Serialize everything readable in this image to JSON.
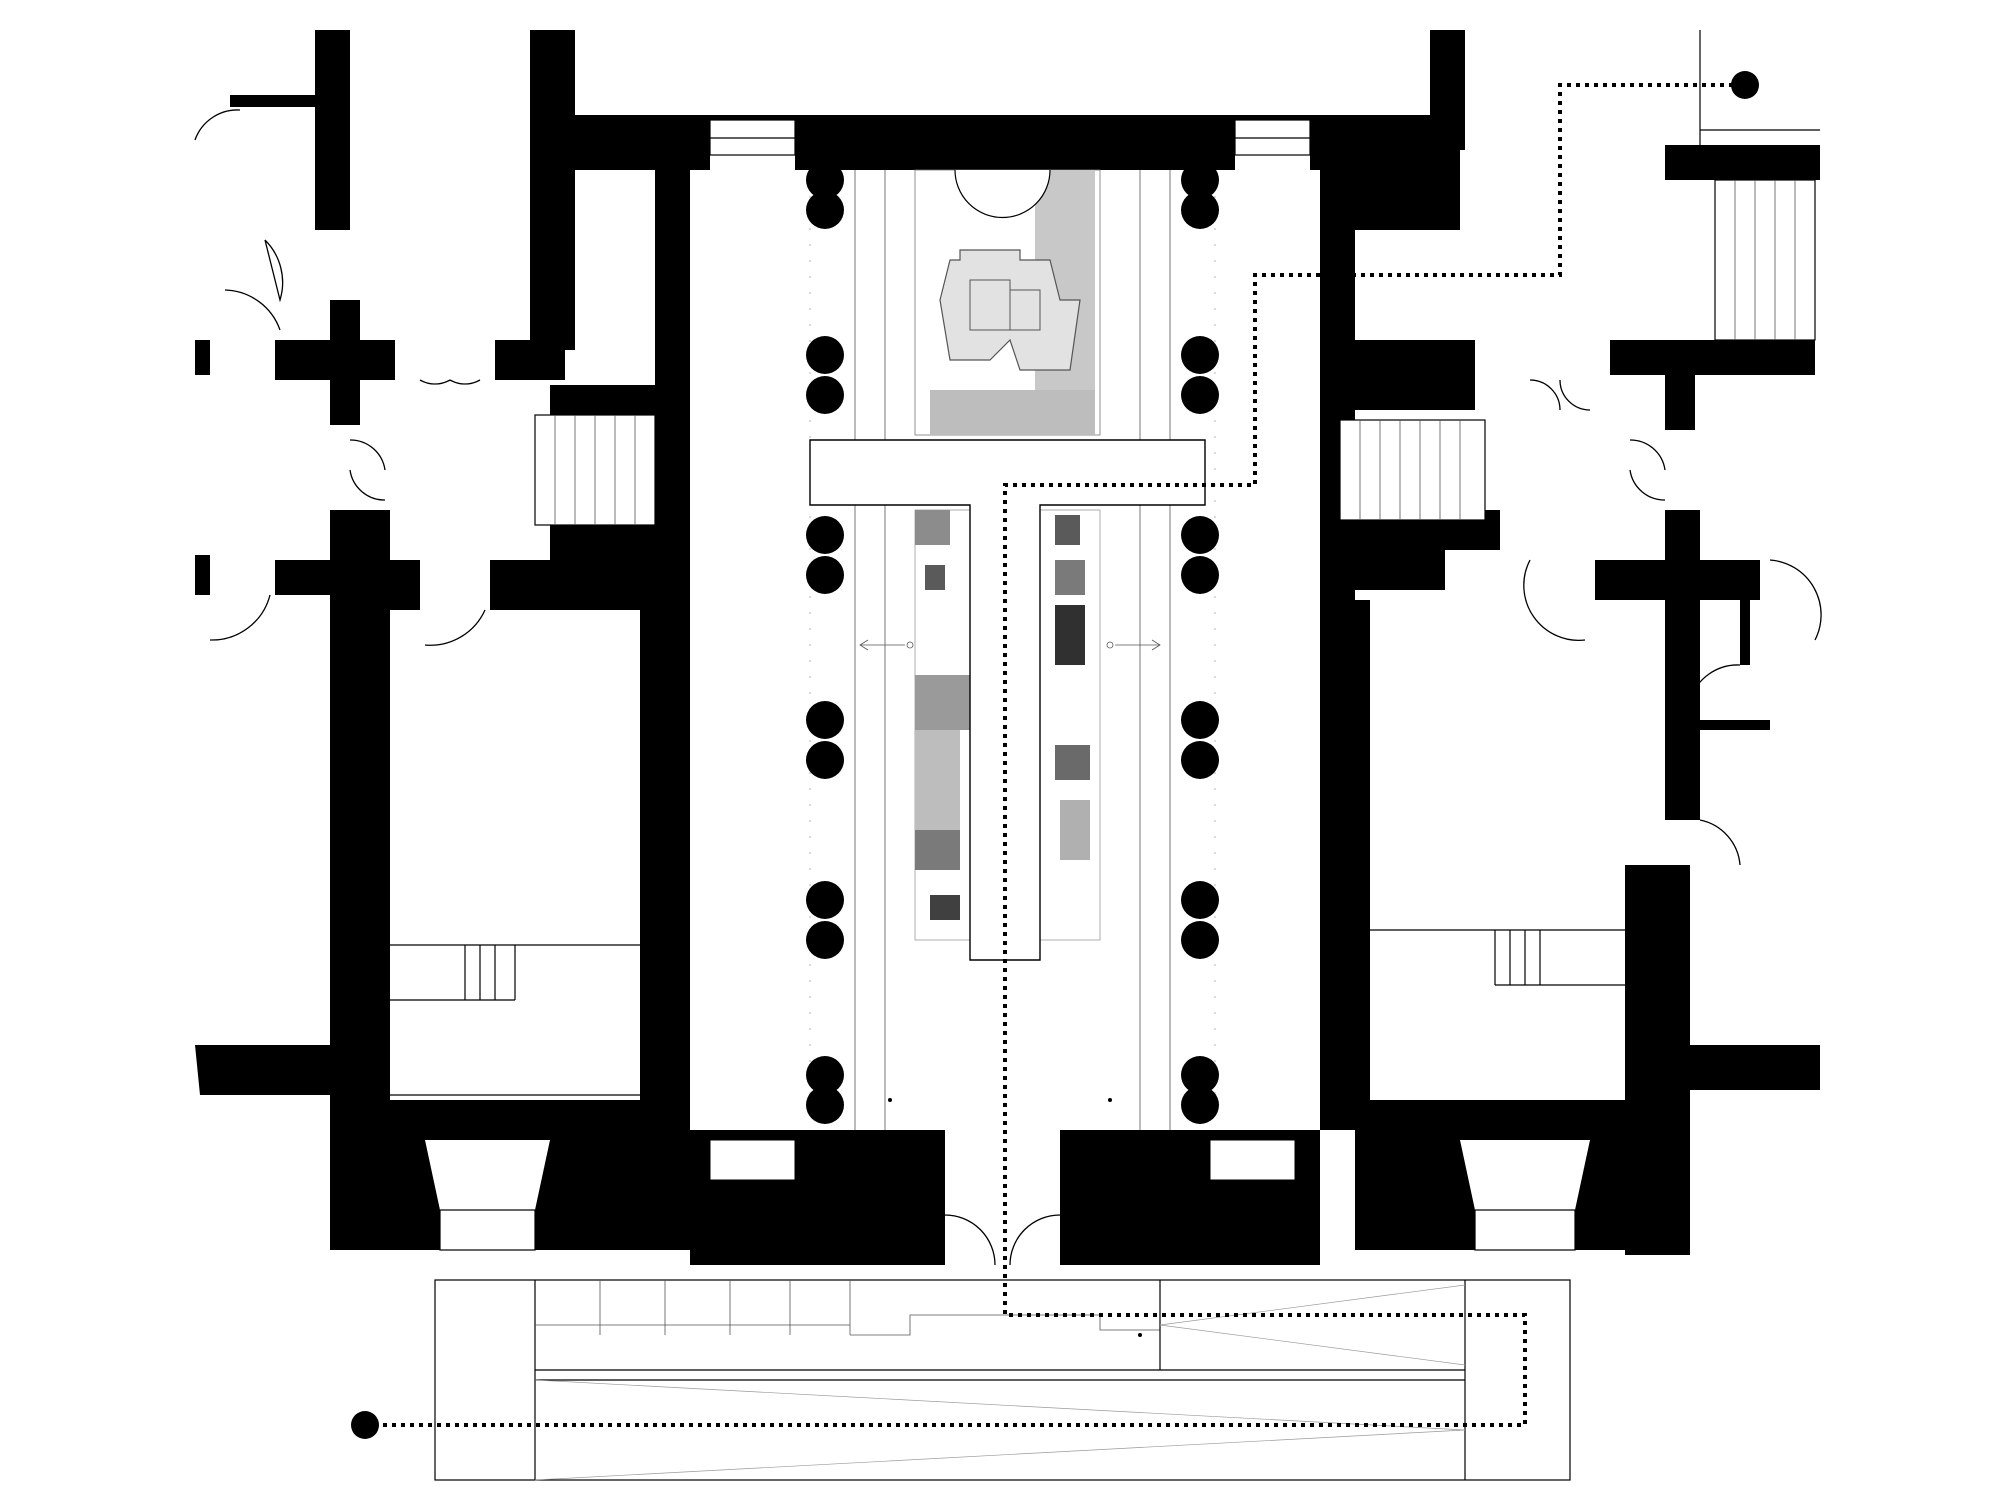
{
  "drawing": {
    "kind": "architectural floor plan",
    "background_color": "#ffffff",
    "ink_color": "#000000",
    "hatch_color": "#8a8a8a"
  },
  "route": {
    "line_style": "dotted",
    "start_marker": "filled-circle",
    "end_marker": "filled-circle"
  },
  "colonnade": {
    "column_count_per_side": 12
  }
}
